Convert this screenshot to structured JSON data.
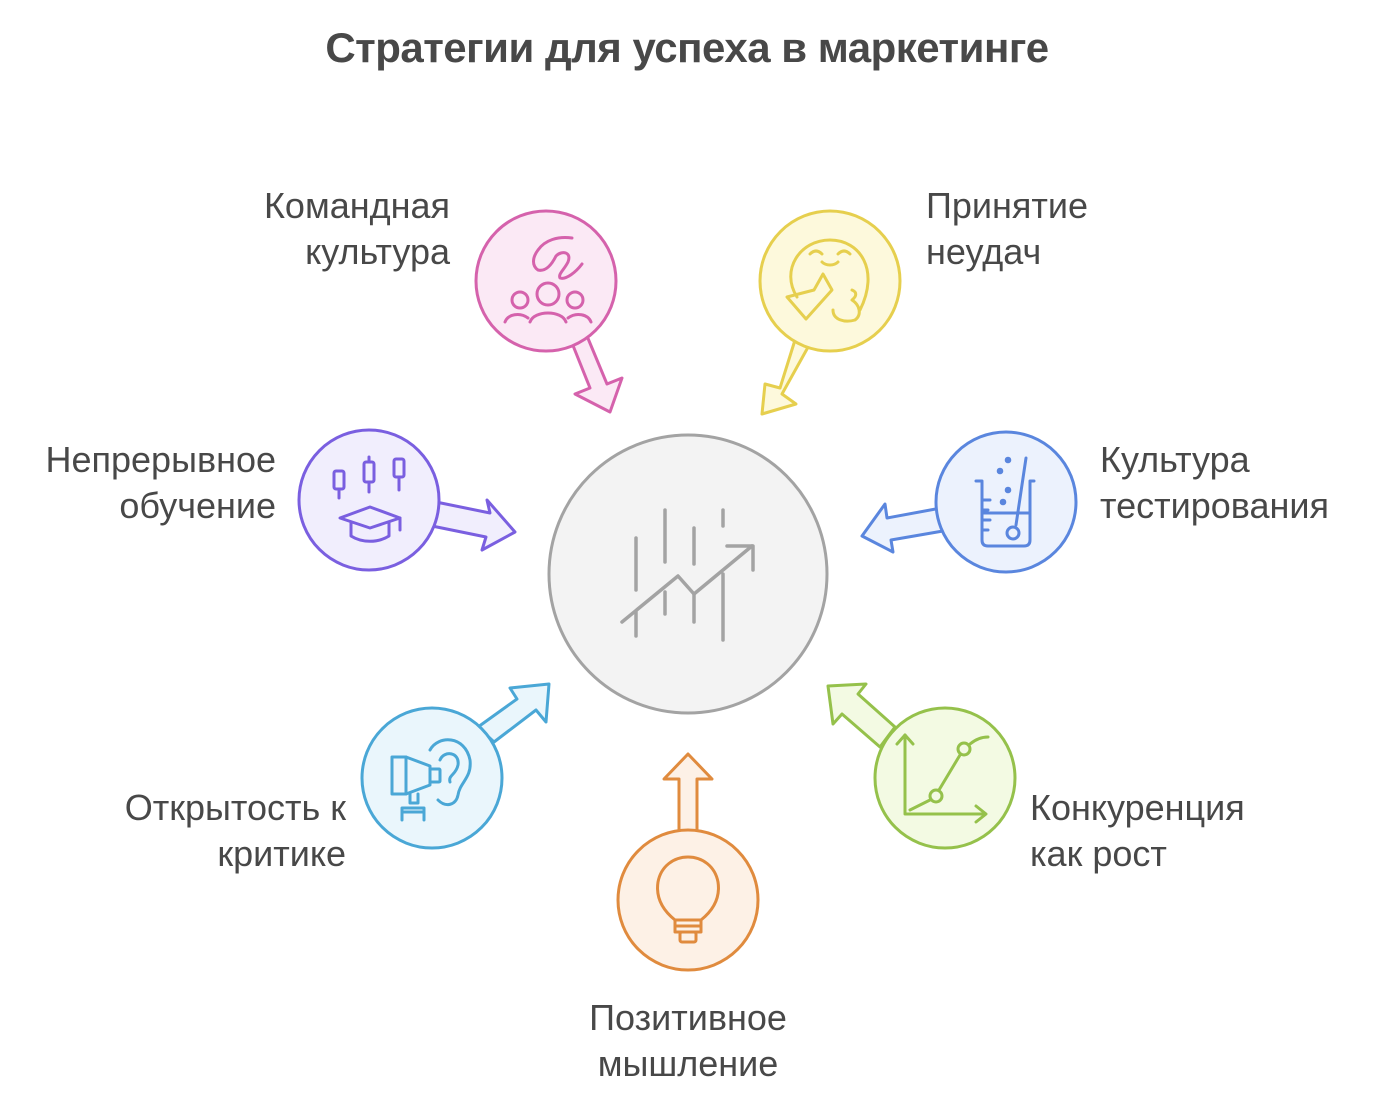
{
  "title": "Стратегии для успеха в маркетинге",
  "center": {
    "icon": "rising-chart-icon",
    "stroke": "#a3a3a3",
    "fill": "#f3f3f3"
  },
  "nodes": [
    {
      "id": "team",
      "line1": "Командная",
      "line2": "культура",
      "icon": "team-hand-icon",
      "stroke": "#d562ac",
      "fill": "#fbe9f5"
    },
    {
      "id": "failure",
      "line1": "Принятие",
      "line2": "неудач",
      "icon": "reading-smile-icon",
      "stroke": "#e6cf4e",
      "fill": "#fdf9dc"
    },
    {
      "id": "learning",
      "line1": "Непрерывное",
      "line2": "обучение",
      "icon": "graduation-cap-icon",
      "stroke": "#7a5fe0",
      "fill": "#f1eefd"
    },
    {
      "id": "testing",
      "line1": "Культура",
      "line2": "тестирования",
      "icon": "beaker-icon",
      "stroke": "#5a86de",
      "fill": "#ecf2fd"
    },
    {
      "id": "criticism",
      "line1": "Открытость к",
      "line2": "критике",
      "icon": "ear-megaphone-icon",
      "stroke": "#4aa7d6",
      "fill": "#eaf6fc"
    },
    {
      "id": "positive",
      "line1": "Позитивное",
      "line2": "мышление",
      "icon": "lightbulb-icon",
      "stroke": "#e08b3e",
      "fill": "#fdf1e6"
    },
    {
      "id": "competition",
      "line1": "Конкуренция",
      "line2": "как рост",
      "icon": "growth-graph-icon",
      "stroke": "#95c14b",
      "fill": "#f3fae3"
    }
  ]
}
